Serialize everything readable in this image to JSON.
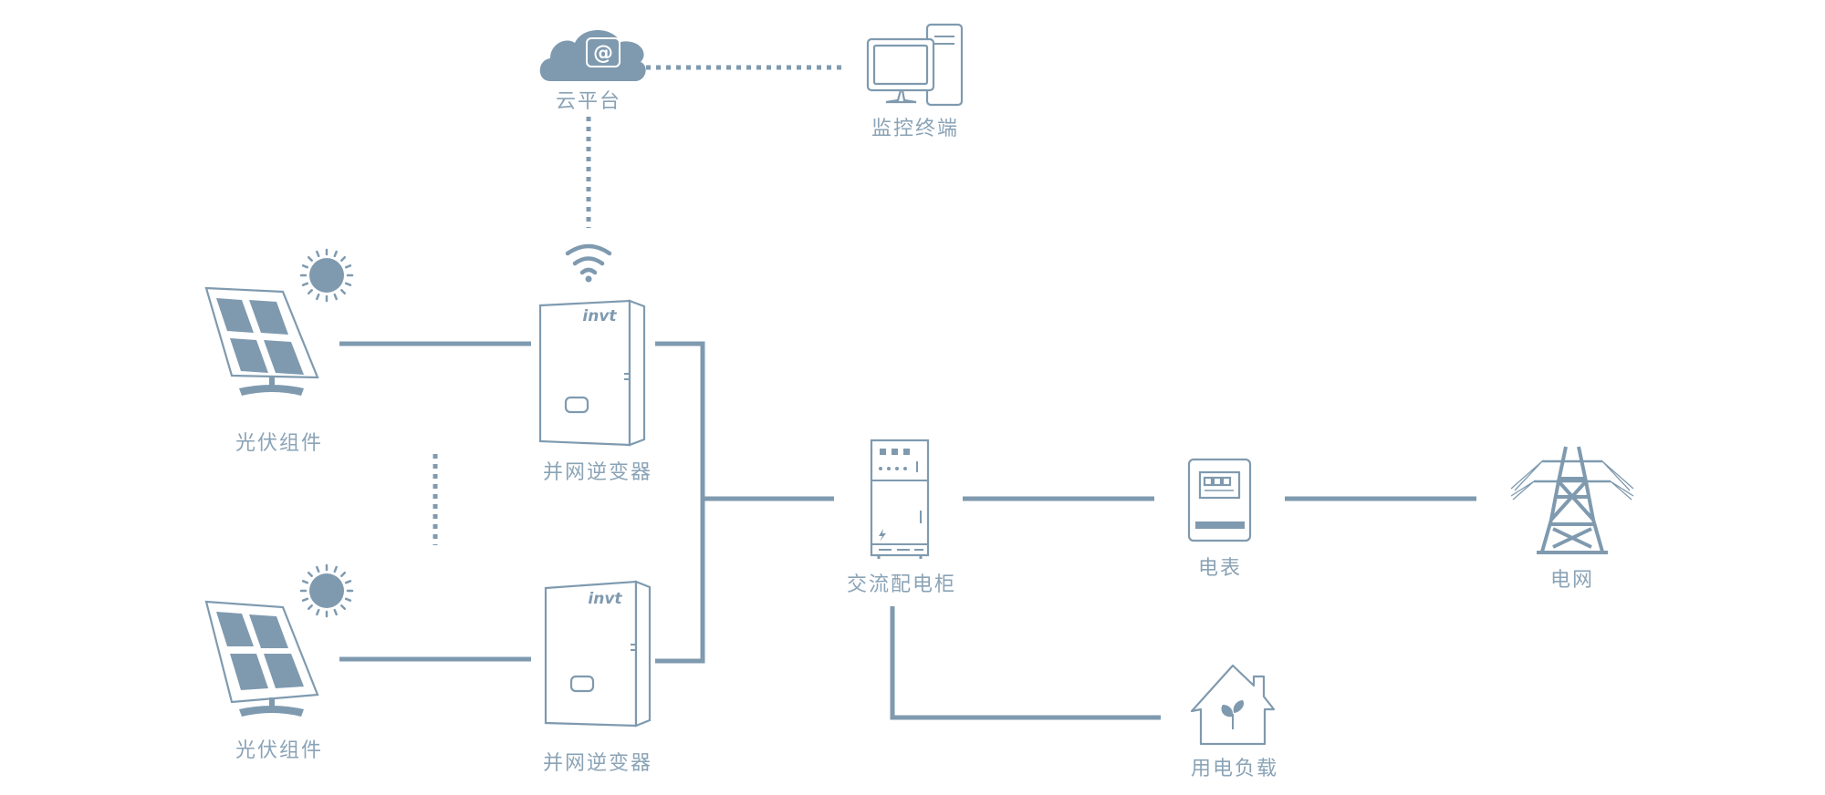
{
  "colors": {
    "primary": "#7f9aaf",
    "label": "#8aa3b6"
  },
  "labels": {
    "cloud": "云平台",
    "monitor": "监控终端",
    "pv_top": "光伏组件",
    "pv_bottom": "光伏组件",
    "inverter_top": "并网逆变器",
    "inverter_bottom": "并网逆变器",
    "ac_cabinet": "交流配电柜",
    "meter": "电表",
    "grid": "电网",
    "load": "用电负载"
  },
  "inverter_logo": "invt",
  "icons": {
    "cloud": "cloud-icon",
    "cloud_at": "at-sign-icon",
    "computer": "desktop-computer-icon",
    "wifi": "wifi-icon",
    "sun": "sun-icon",
    "solar_panel": "solar-panel-icon",
    "inverter": "inverter-icon",
    "cabinet": "distribution-cabinet-icon",
    "meter": "electric-meter-icon",
    "tower": "power-tower-icon",
    "house": "house-icon"
  }
}
